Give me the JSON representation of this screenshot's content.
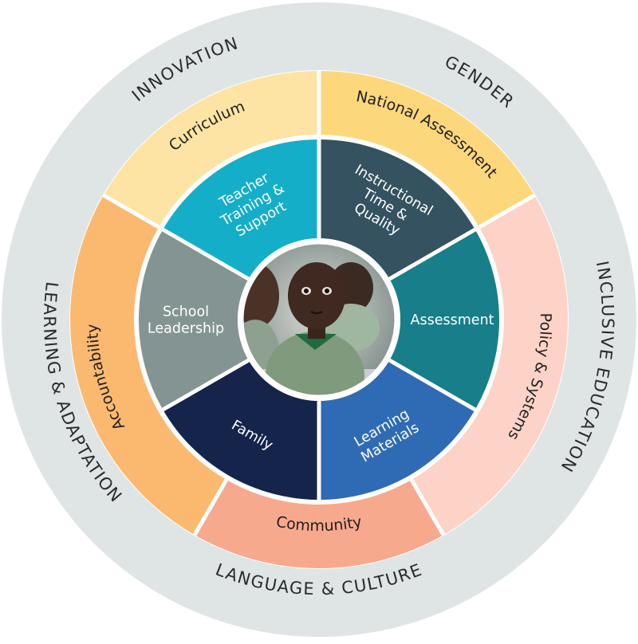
{
  "outer_ring": {
    "color": "#dfe4e4",
    "labels": [
      {
        "key": "innovation",
        "text": "INNOVATION",
        "angle": -28
      },
      {
        "key": "gender",
        "text": "GENDER",
        "angle": 34
      },
      {
        "key": "inclusive-education",
        "text": "INCLUSIVE EDUCATION",
        "angle": 100
      },
      {
        "key": "language-culture",
        "text": "LANGUAGE & CULTURE",
        "angle": 180
      },
      {
        "key": "learning-adaptation",
        "text": "LEARNING & ADAPTATION",
        "angle": 253
      }
    ]
  },
  "middle_ring": {
    "segments": [
      {
        "key": "national-assessment",
        "text": "National Assessment",
        "color": "#fdd77c",
        "start": 0,
        "end": 60
      },
      {
        "key": "policy-systems",
        "text": "Policy & Systems",
        "color": "#fcd3c6",
        "start": 60,
        "end": 150
      },
      {
        "key": "community",
        "text": "Community",
        "color": "#f7a98e",
        "start": 150,
        "end": 210
      },
      {
        "key": "accountability",
        "text": "Accountability",
        "color": "#fbb970",
        "start": 210,
        "end": 300
      },
      {
        "key": "curriculum",
        "text": "Curriculum",
        "color": "#fde4a5",
        "start": 300,
        "end": 360
      }
    ]
  },
  "inner_ring": {
    "segments": [
      {
        "key": "instructional-time-quality",
        "lines": [
          "Instructional",
          "Time &",
          "Quality"
        ],
        "color": "#34525f",
        "start": 0,
        "end": 60
      },
      {
        "key": "assessment",
        "lines": [
          "Assessment"
        ],
        "color": "#177e8a",
        "start": 60,
        "end": 120
      },
      {
        "key": "learning-materials",
        "lines": [
          "Learning",
          "Materials"
        ],
        "color": "#2f6bb5",
        "start": 120,
        "end": 180
      },
      {
        "key": "family",
        "lines": [
          "Family"
        ],
        "color": "#15244a",
        "start": 180,
        "end": 240
      },
      {
        "key": "school-leadership",
        "lines": [
          "School",
          "Leadership"
        ],
        "color": "#849492",
        "start": 240,
        "end": 300
      },
      {
        "key": "teacher-training-support",
        "lines": [
          "Teacher",
          "Training &",
          "Support"
        ],
        "color": "#15aec8",
        "start": 300,
        "end": 360
      }
    ]
  },
  "center": {
    "photo": "children-in-classroom-photo"
  }
}
